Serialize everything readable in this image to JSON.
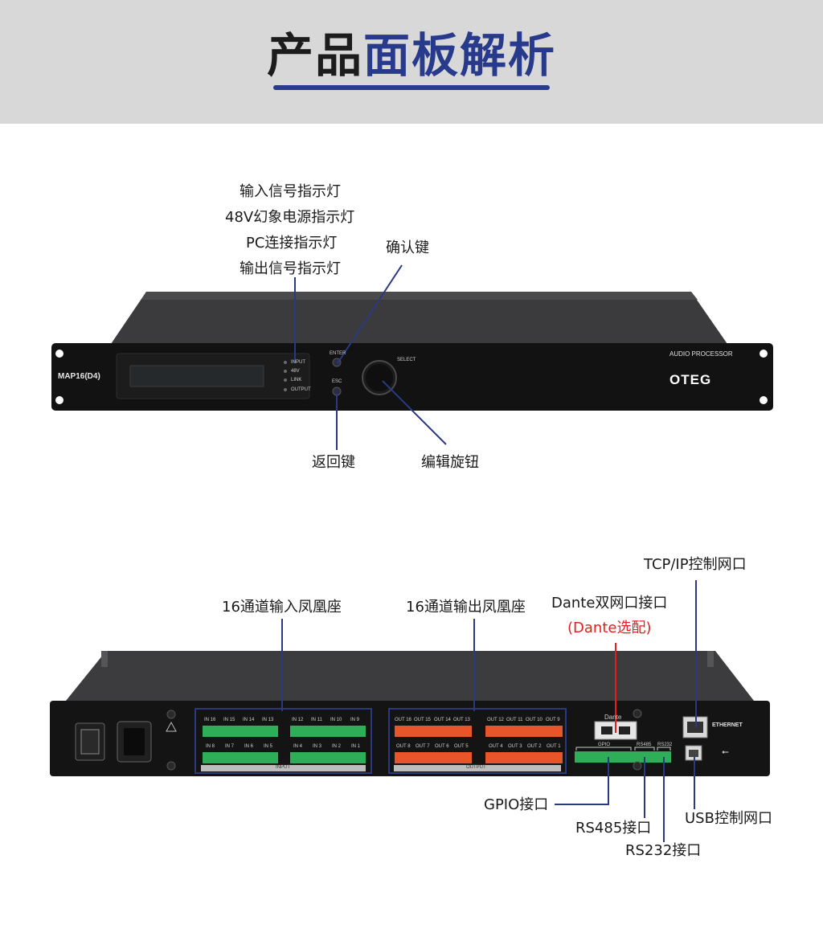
{
  "header": {
    "title_part1": "产品",
    "title_part2": "面板解析"
  },
  "front": {
    "labels": {
      "input_led": "输入信号指示灯",
      "phantom_led": "48V幻象电源指示灯",
      "pc_led": "PC连接指示灯",
      "output_led": "输出信号指示灯",
      "enter_key": "确认键",
      "esc_key": "返回键",
      "knob": "编辑旋钮"
    },
    "device": {
      "model": "MAP16(D4)",
      "led_input": "INPUT",
      "led_48v": "48V",
      "led_link": "LINK",
      "led_output": "OUTPUT",
      "enter": "ENTER",
      "esc": "ESC",
      "select": "SELECT",
      "product": "AUDIO PROCESSOR",
      "brand": "OTEG"
    }
  },
  "rear": {
    "labels": {
      "tcpip": "TCP/IP控制网口",
      "dante_port": "Dante双网口接口",
      "dante_option": "(Dante选配)",
      "inputs": "16通道输入凤凰座",
      "outputs": "16通道输出凤凰座",
      "gpio": "GPIO接口",
      "rs485": "RS485接口",
      "rs232": "RS232接口",
      "usb": "USB控制网口"
    },
    "device": {
      "input_top": [
        "IN 16",
        "IN 15",
        "IN 14",
        "IN 13",
        "IN 12",
        "IN 11",
        "IN 10",
        "IN 9"
      ],
      "input_bottom": [
        "IN 8",
        "IN 7",
        "IN 6",
        "IN 5",
        "IN 4",
        "IN 3",
        "IN 2",
        "IN 1"
      ],
      "output_top": [
        "OUT 16",
        "OUT 15",
        "OUT 14",
        "OUT 13",
        "OUT 12",
        "OUT 11",
        "OUT 10",
        "OUT 9"
      ],
      "output_bottom": [
        "OUT 8",
        "OUT 7",
        "OUT 6",
        "OUT 5",
        "OUT 4",
        "OUT 3",
        "OUT 2",
        "OUT 1"
      ],
      "input_caption": "INPUT",
      "output_caption": "OUTPUT",
      "dante": "Dante",
      "gpio": "GPIO",
      "rs485": "RS485",
      "rs232": "RS232",
      "ethernet": "ETHERNET"
    }
  },
  "colors": {
    "accent": "#283a8c",
    "callout_line": "#2b3a80",
    "highlight": "#e02020",
    "terminal_green": "#2fae5a",
    "terminal_orange": "#e8552a"
  }
}
